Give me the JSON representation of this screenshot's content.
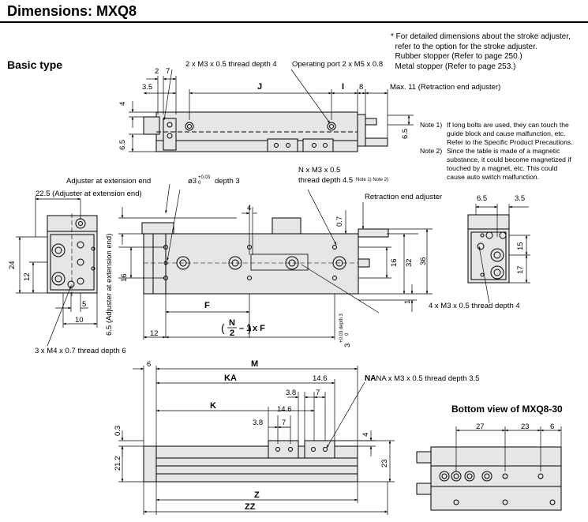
{
  "header": {
    "title": "Dimensions: MXQ8"
  },
  "sections": {
    "basic": "Basic type",
    "bottom": "Bottom view of MXQ8-30"
  },
  "notes": {
    "stroke_adjuster": "* For detailed dimensions about the stroke adjuster,\n  refer to the option for the stroke adjuster.\n  Rubber stopper (Refer to page 250.)\n  Metal stopper (Refer to page 253.)",
    "note1_label": "Note 1)",
    "note1": "If long bolts are used, they can touch the\nguide block and cause malfunction, etc.\nRefer to the Specific Product Precautions.",
    "note2_label": "Note 2)",
    "note2": "Since the table is made of a magnetic\nsubstance, it could become magnetized if\ntouched by a magnet, etc. This could\ncause auto switch malfunction."
  },
  "callouts": {
    "thread_2xm3": "2 x M3 x 0.5 thread depth 4",
    "port": "Operating port 2 x M5 x 0.8",
    "max11": "Max. 11 (Retraction end adjuster)",
    "adj_ext": "Adjuster at extension end",
    "adj_ext_225": "22.5 (Adjuster at extension end)",
    "phi3": "ø3",
    "phi3_tol": "+0.03",
    "phi3_tol0": "0",
    "phi3_depth": "depth 3",
    "n_m3_1": "N x M3 x 0.5",
    "n_m3_2": "thread depth 4.5",
    "n_m3_note": "Note 1) Note 2)",
    "ret_adj": "Retraction end adjuster",
    "t4xm3": "4 x M3 x 0.5 thread depth 4",
    "t3xm4": "3 x M4 x 0.7 thread depth 6",
    "ext_adj_v": "6.5 (Adjuster at extension end)",
    "depth3_v": "3",
    "depth3_tol": "+0.03 depth 3",
    "depth3_tol0": "0",
    "na_m3": "NA x M3 x 0.5 thread depth 3.5",
    "formula_n": "N",
    "formula_2": "2",
    "formula_rest": "– 1",
    "formula_f": "x F"
  },
  "dims": {
    "d2": "2",
    "d7": "7",
    "d3_5a": "3.5",
    "J": "J",
    "I": "I",
    "d8": "8",
    "d4a": "4",
    "d6_5a": "6.5",
    "d6_5b": "6.5",
    "d24": "24",
    "d12a": "12",
    "d5": "5",
    "d10": "10",
    "d4b": "4",
    "d0_7": "0.7",
    "d16a": "16",
    "d16b": "16",
    "d32": "32",
    "d36": "36",
    "d1": "1",
    "F": "F",
    "d12b": "12",
    "d6_5c": "6.5",
    "d3_5b": "3.5",
    "d15": "15",
    "d17": "17",
    "d6a": "6",
    "M": "M",
    "KA": "KA",
    "d14_6a": "14.6",
    "d3_8a": "3.8",
    "d7b": "7",
    "K": "K",
    "d14_6b": "14.6",
    "d3_8b": "3.8",
    "d7c": "7",
    "d0_3": "0.3",
    "d4c": "4",
    "d21_2": "21.2",
    "d23a": "23",
    "Z": "Z",
    "ZZ": "ZZ",
    "d27": "27",
    "d23b": "23",
    "d6b": "6"
  },
  "colors": {
    "body_fill": "#e6e6e6",
    "line": "#000000",
    "dim": "#000000"
  }
}
